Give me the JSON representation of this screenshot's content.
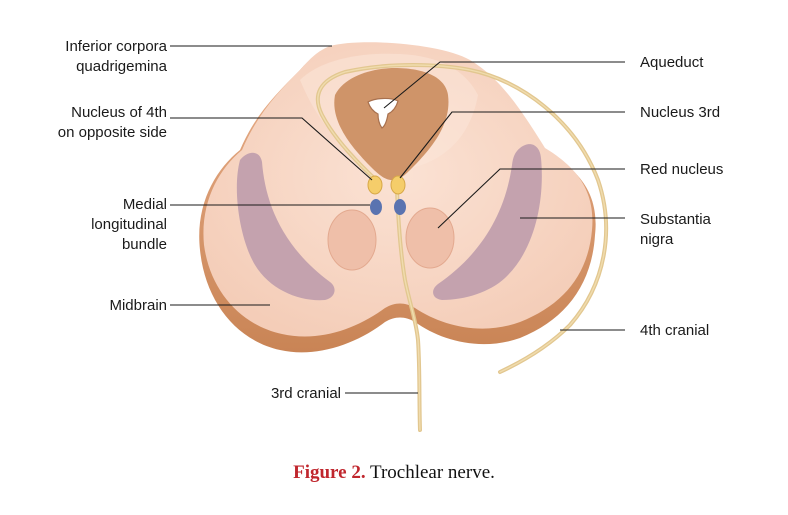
{
  "labels": {
    "inferior_corpora_1": "Inferior corpora",
    "inferior_corpora_2": "quadrigemina",
    "nucleus_4th_1": "Nucleus of 4th",
    "nucleus_4th_2": "on opposite side",
    "mlb_1": "Medial",
    "mlb_2": "longitudinal",
    "mlb_3": "bundle",
    "midbrain": "Midbrain",
    "third_cranial": "3rd cranial",
    "aqueduct": "Aqueduct",
    "nucleus_3rd": "Nucleus 3rd",
    "red_nucleus": "Red nucleus",
    "substantia_1": "Substantia",
    "substantia_2": "nigra",
    "fourth_cranial": "4th cranial"
  },
  "caption": {
    "figure": "Figure 2.",
    "text": "Trochlear nerve."
  },
  "colors": {
    "tissue": "#f7d5c3",
    "tissue_edge": "#c98a60",
    "aqueduct_region": "#cf9469",
    "nigra": "#c4a2ae",
    "red_nucleus": "#efbfa9",
    "nerve": "#e2c790",
    "nucleus_yellow": "#f5cd6a",
    "mlb_blue": "#5a73b0",
    "caption_accent": "#c0262d"
  }
}
